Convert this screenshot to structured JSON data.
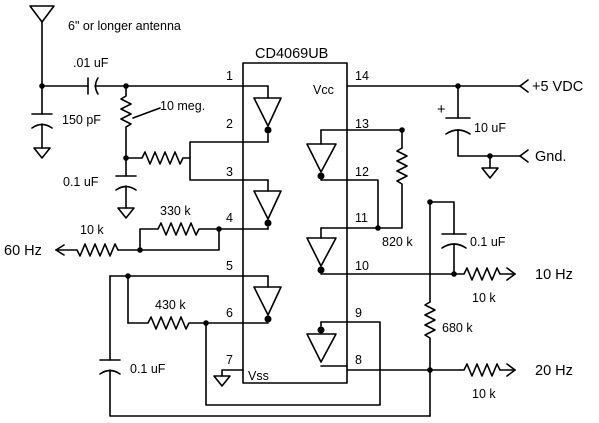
{
  "chip": {
    "name": "CD4069UB",
    "vcc_label": "Vcc",
    "vss_label": "Vss",
    "pins": {
      "p1": "1",
      "p2": "2",
      "p3": "3",
      "p4": "4",
      "p5": "5",
      "p6": "6",
      "p7": "7",
      "p8": "8",
      "p9": "9",
      "p10": "10",
      "p11": "11",
      "p12": "12",
      "p13": "13",
      "p14": "14"
    }
  },
  "labels": {
    "antenna": "6\" or longer antenna",
    "c_antenna": ".01 uF",
    "c_150": "150 pF",
    "r_10meg": "10 meg.",
    "c_01a": "0.1 uF",
    "r_330k": "330 k",
    "r_10k_a": "10 k",
    "out_60hz": "60 Hz",
    "r_430k": "430 k",
    "c_01b": "0.1 uF",
    "power": "+5 VDC",
    "gnd": "Gnd.",
    "c_10uf": "10 uF",
    "c_plus": "+",
    "r_820k": "820 k",
    "c_01c": "0.1 uF",
    "out_10hz": "10 Hz",
    "r_10k_b": "10 k",
    "r_680k": "680 k",
    "out_20hz": "20 Hz",
    "r_10k_c": "10 k"
  }
}
